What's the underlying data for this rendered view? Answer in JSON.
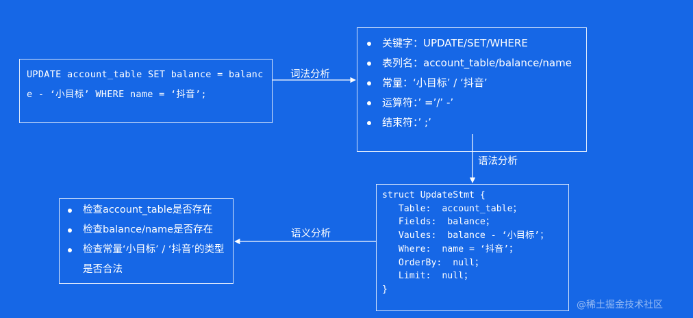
{
  "sql_box": {
    "text": "UPDATE account_table SET balance = balance - ‘小目标’ WHERE name = ‘抖音’;"
  },
  "edges": {
    "lexical": "词法分析",
    "syntax": "语法分析",
    "semantic": "语义分析"
  },
  "lexical_box": {
    "items": [
      "关键字：UPDATE/SET/WHERE",
      "表列名：account_table/balance/name",
      "常量：‘小目标’ / ‘抖音’",
      "运算符：’ =’/’ -’",
      "结束符：’ ;’"
    ]
  },
  "struct_box": {
    "lines": [
      "struct UpdateStmt {",
      "   Table:  account_table；",
      "   Fields:  balance；",
      "   Vaules:  balance - ‘小目标’；",
      "   Where:  name = ‘抖音’；",
      "   OrderBy:  null；",
      "   Limit:  null；",
      "}"
    ]
  },
  "semantic_box": {
    "items": [
      "检查account_table是否存在",
      "检查balance/name是否存在",
      "检查常量‘小目标’ / ‘抖音’的类型是否合法"
    ]
  },
  "watermark": "@稀土掘金技术社区",
  "colors": {
    "background": "#1667e6",
    "foreground": "#ffffff"
  }
}
